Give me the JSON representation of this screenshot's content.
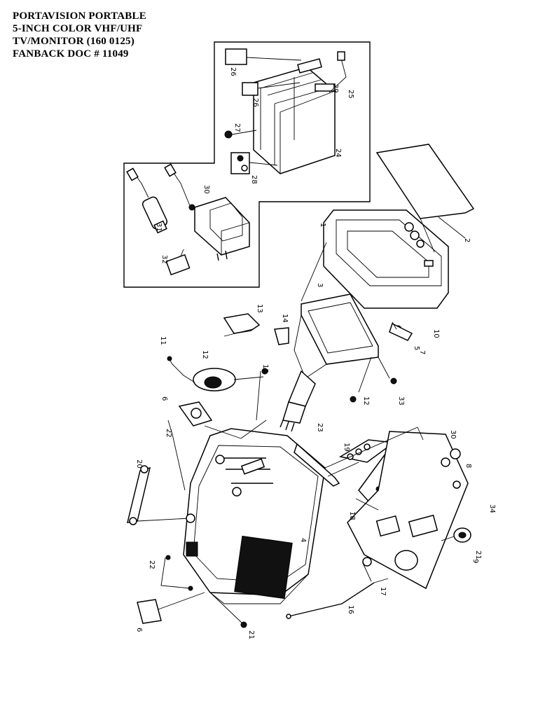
{
  "title": {
    "lines": [
      "PORTAVISION PORTABLE",
      "5-INCH  COLOR VHF/UHF",
      "TV/MONITOR (160 0125)",
      "FANBACK DOC # 11049"
    ]
  },
  "callouts": {
    "c1": "1",
    "c2": "2",
    "c3": "3",
    "c4": "4",
    "c5": "5",
    "c6": "6",
    "c7": "7",
    "c8": "8",
    "c9": "9",
    "c10": "10",
    "c11": "11",
    "c12": "12",
    "c13": "13",
    "c14": "14",
    "c15": "15",
    "c16": "16",
    "c17": "17",
    "c18": "18",
    "c19": "19",
    "c20": "20",
    "c21": "21",
    "c22": "22",
    "c23": "23",
    "c24": "24",
    "c25": "25",
    "c26": "26",
    "c27": "27",
    "c28": "28",
    "c29": "29",
    "c30": "30",
    "c31": "31",
    "c32": "32",
    "c33": "33",
    "c34": "34"
  }
}
